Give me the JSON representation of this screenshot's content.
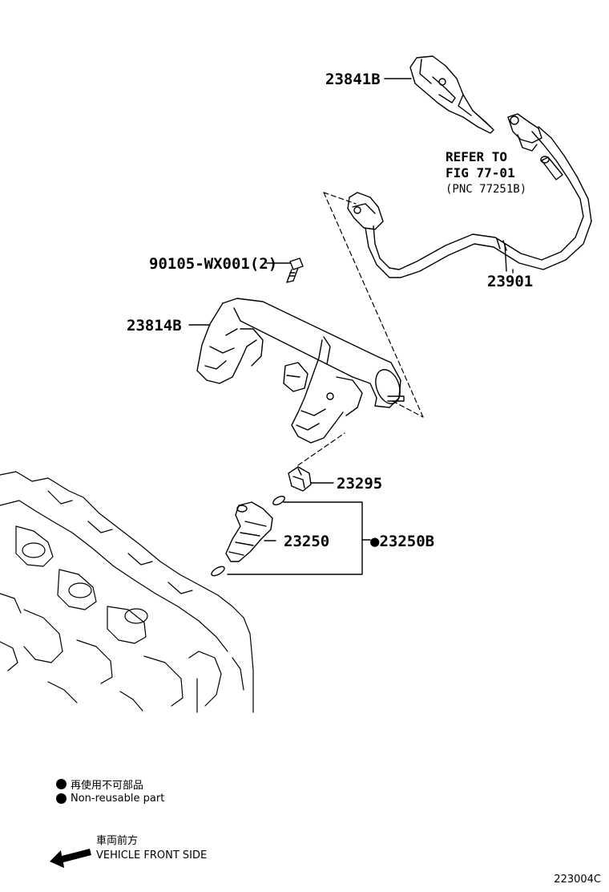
{
  "parts": {
    "bracket_top": "23841B",
    "bolt": "90105-WX001(2)",
    "fuel_rail": "23814B",
    "fuel_hose": "23901",
    "clip": "23295",
    "injector": "23250",
    "injector_set": "●23250B"
  },
  "reference": {
    "line1": "REFER TO",
    "line2": "FIG 77-01",
    "line3": "(PNC 77251B)"
  },
  "legend": {
    "jp": "再使用不可部品",
    "en": "Non-reusable part"
  },
  "direction": {
    "jp": "車両前方",
    "en": "VEHICLE FRONT SIDE"
  },
  "figure_code": "223004C"
}
